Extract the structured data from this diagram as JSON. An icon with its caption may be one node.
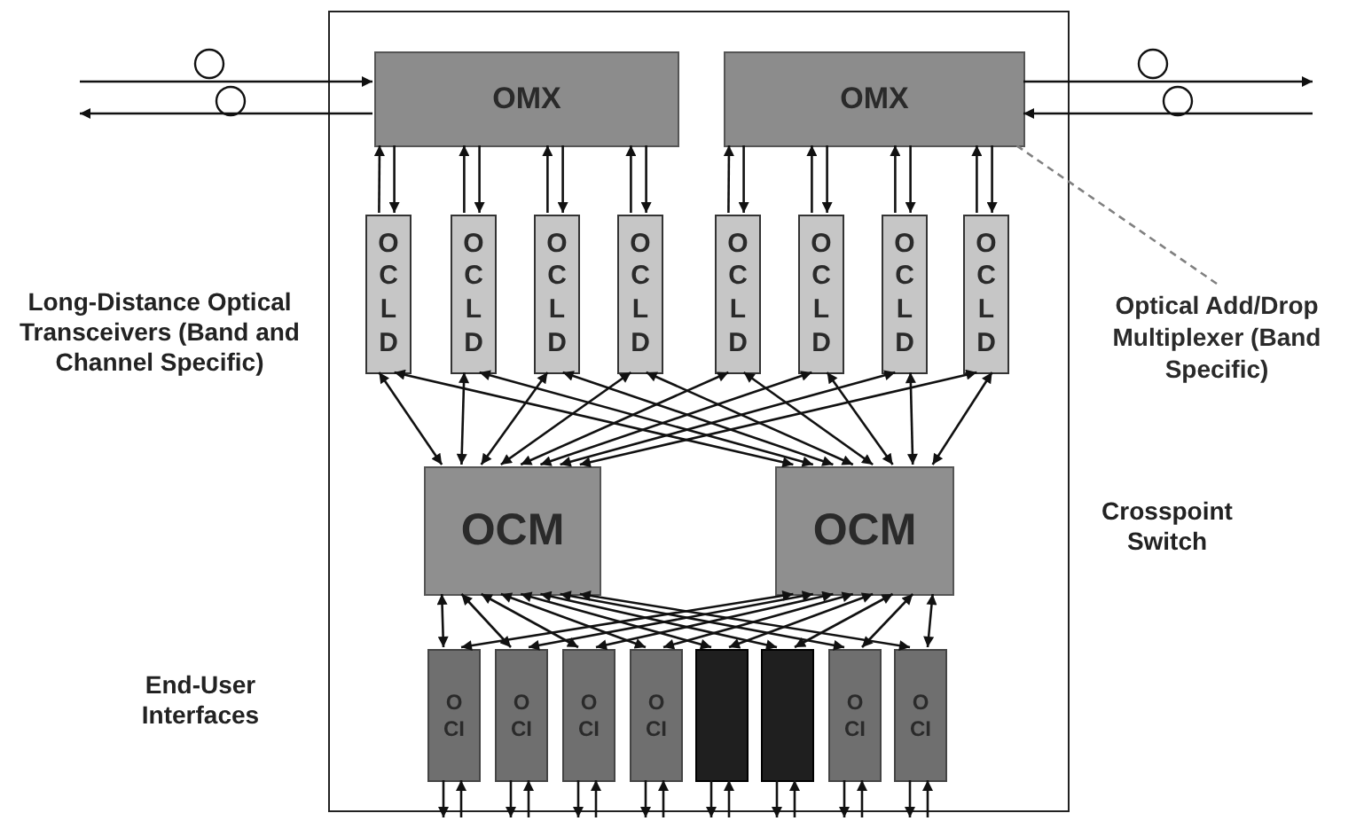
{
  "diagram": {
    "nodes": [
      {
        "text": [],
        "shape": "box"
      },
      {
        "text": [
          "OMX"
        ],
        "in": 0
      },
      {
        "text": [
          "OMX"
        ],
        "in": 0
      },
      {
        "text": [
          "OCLD"
        ],
        "in": 0
      },
      {
        "text": [
          "OCLD"
        ],
        "in": 0
      },
      {
        "text": [
          "OCLD"
        ],
        "in": 0
      },
      {
        "text": [
          "OCLD"
        ],
        "in": 0
      },
      {
        "text": [
          "OCLD"
        ],
        "in": 0
      },
      {
        "text": [
          "OCLD"
        ],
        "in": 0
      },
      {
        "text": [
          "OCLD"
        ],
        "in": 0
      },
      {
        "text": [
          "OCLD"
        ],
        "in": 0
      },
      {
        "text": [
          "OCM"
        ],
        "in": 0
      },
      {
        "text": [
          "OCM"
        ],
        "in": 0
      },
      {
        "text": [
          "OCI"
        ],
        "in": 0
      },
      {
        "text": [
          "OCI"
        ],
        "in": 0
      },
      {
        "text": [
          "OCI"
        ],
        "in": 0
      },
      {
        "text": [
          "OCI"
        ],
        "in": 0
      },
      {
        "text": [],
        "shape": "box",
        "in": 0
      },
      {
        "text": [],
        "shape": "box",
        "in": 0
      },
      {
        "text": [
          "OCI"
        ],
        "in": 0
      },
      {
        "text": [
          "OCI"
        ],
        "in": 0
      },
      {
        "text": [
          "Optical Add/Drop Multiplexer (Band Specific)"
        ]
      }
    ],
    "edges": [
      {
        "from": null,
        "to": 1,
        "arrow": "to"
      },
      {
        "from": 1,
        "to": null,
        "arrow": "to"
      },
      {
        "from": 2,
        "to": null,
        "arrow": "to"
      },
      {
        "from": null,
        "to": 2,
        "arrow": "to"
      },
      {
        "from": 3,
        "to": 1,
        "arrow": "to"
      },
      {
        "from": 1,
        "to": 3,
        "arrow": "to"
      },
      {
        "from": 4,
        "to": 1,
        "arrow": "to"
      },
      {
        "from": 1,
        "to": 4,
        "arrow": "to"
      },
      {
        "from": 5,
        "to": 1,
        "arrow": "to"
      },
      {
        "from": 1,
        "to": 5,
        "arrow": "to"
      },
      {
        "from": 6,
        "to": 1,
        "arrow": "to"
      },
      {
        "from": 1,
        "to": 6,
        "arrow": "to"
      },
      {
        "from": 7,
        "to": 2,
        "arrow": "to"
      },
      {
        "from": 2,
        "to": 7,
        "arrow": "to"
      },
      {
        "from": 8,
        "to": 2,
        "arrow": "to"
      },
      {
        "from": 2,
        "to": 8,
        "arrow": "to"
      },
      {
        "from": 9,
        "to": 2,
        "arrow": "to"
      },
      {
        "from": 2,
        "to": 9,
        "arrow": "to"
      },
      {
        "from": 10,
        "to": 2,
        "arrow": "to"
      },
      {
        "from": 2,
        "to": 10,
        "arrow": "to"
      },
      {
        "from": 3,
        "to": 11,
        "arrow": "both"
      },
      {
        "from": 3,
        "to": 12,
        "arrow": "both"
      },
      {
        "from": 4,
        "to": 11,
        "arrow": "both"
      },
      {
        "from": 4,
        "to": 12,
        "arrow": "both"
      },
      {
        "from": 5,
        "to": 11,
        "arrow": "both"
      },
      {
        "from": 5,
        "to": 12,
        "arrow": "both"
      },
      {
        "from": 6,
        "to": 11,
        "arrow": "both"
      },
      {
        "from": 6,
        "to": 12,
        "arrow": "both"
      },
      {
        "from": 7,
        "to": 11,
        "arrow": "both"
      },
      {
        "from": 7,
        "to": 12,
        "arrow": "both"
      },
      {
        "from": 8,
        "to": 11,
        "arrow": "both"
      },
      {
        "from": 8,
        "to": 12,
        "arrow": "both"
      },
      {
        "from": 9,
        "to": 11,
        "arrow": "both"
      },
      {
        "from": 9,
        "to": 12,
        "arrow": "both"
      },
      {
        "from": 10,
        "to": 11,
        "arrow": "both"
      },
      {
        "from": 10,
        "to": 12,
        "arrow": "both"
      },
      {
        "from": 11,
        "to": 13,
        "arrow": "both"
      },
      {
        "from": 12,
        "to": 13,
        "arrow": "both"
      },
      {
        "from": 11,
        "to": 14,
        "arrow": "both"
      },
      {
        "from": 12,
        "to": 14,
        "arrow": "both"
      },
      {
        "from": 11,
        "to": 15,
        "arrow": "both"
      },
      {
        "from": 12,
        "to": 15,
        "arrow": "both"
      },
      {
        "from": 11,
        "to": 16,
        "arrow": "both"
      },
      {
        "from": 12,
        "to": 16,
        "arrow": "both"
      },
      {
        "from": 11,
        "to": 17,
        "arrow": "both"
      },
      {
        "from": 12,
        "to": 17,
        "arrow": "both"
      },
      {
        "from": 11,
        "to": 18,
        "arrow": "both"
      },
      {
        "from": 12,
        "to": 18,
        "arrow": "both"
      },
      {
        "from": 11,
        "to": 19,
        "arrow": "both"
      },
      {
        "from": 12,
        "to": 19,
        "arrow": "both"
      },
      {
        "from": 11,
        "to": 20,
        "arrow": "both"
      },
      {
        "from": 12,
        "to": 20,
        "arrow": "both"
      },
      {
        "from": 13,
        "to": null,
        "arrow": "to"
      },
      {
        "from": null,
        "to": 13,
        "arrow": "to"
      },
      {
        "from": 14,
        "to": null,
        "arrow": "to"
      },
      {
        "from": null,
        "to": 14,
        "arrow": "to"
      },
      {
        "from": 15,
        "to": null,
        "arrow": "to"
      },
      {
        "from": null,
        "to": 15,
        "arrow": "to"
      },
      {
        "from": 16,
        "to": null,
        "arrow": "to"
      },
      {
        "from": null,
        "to": 16,
        "arrow": "to"
      },
      {
        "from": 17,
        "to": null,
        "arrow": "to"
      },
      {
        "from": null,
        "to": 17,
        "arrow": "to"
      },
      {
        "from": 18,
        "to": null,
        "arrow": "to"
      },
      {
        "from": null,
        "to": 18,
        "arrow": "to"
      },
      {
        "from": 19,
        "to": null,
        "arrow": "to"
      },
      {
        "from": null,
        "to": 19,
        "arrow": "to"
      },
      {
        "from": 20,
        "to": null,
        "arrow": "to"
      },
      {
        "from": null,
        "to": 20,
        "arrow": "to"
      },
      {
        "from": 21,
        "to": 2,
        "arrow": "none",
        "style": "dashed",
        "color": "#808080"
      }
    ],
    "labels": [
      "Long-Distance Optical Transceivers (Band and Channel Specific)",
      "Crosspoint Switch",
      "End-User Interfaces"
    ]
  }
}
